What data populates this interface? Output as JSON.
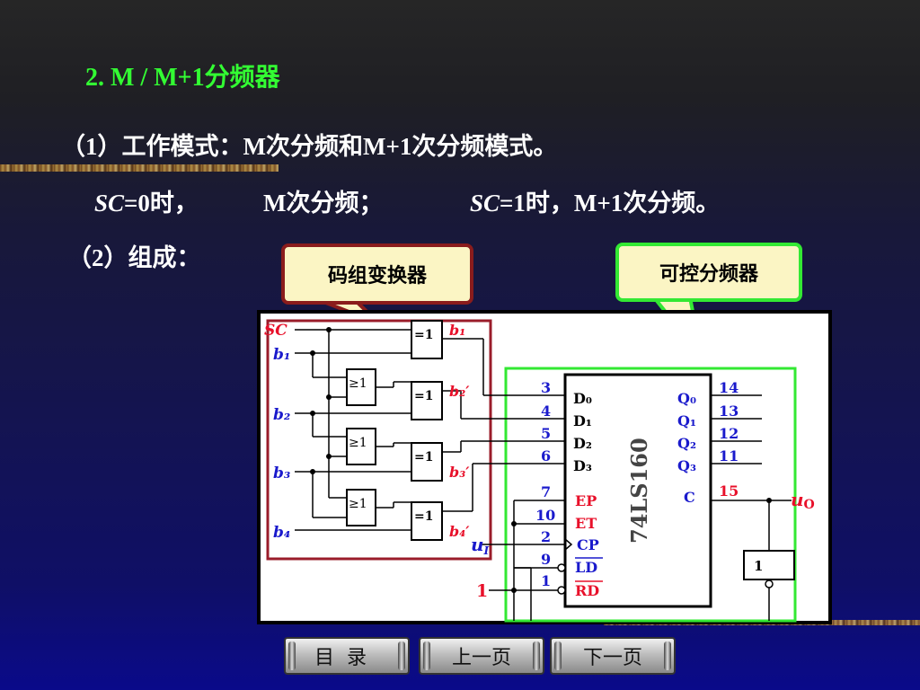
{
  "title": "2.  M / M+1分频器",
  "mode_line": "（1）工作模式：M次分频和M+1次分频模式。",
  "sc0": {
    "var": "SC",
    "rest": "=0时，"
  },
  "m_div": "M次分频；",
  "sc1": {
    "var": "SC",
    "rest": "=1时，M+1次分频。"
  },
  "composition": "（2）组成：",
  "callout_code": "码组变换器",
  "callout_ctrl": "可控分频器",
  "diagram": {
    "input_labels": {
      "sc": "SC",
      "b1": "b₁",
      "b2": "b₂",
      "b3": "b₃",
      "b4": "b₄"
    },
    "xor_label": "=1",
    "or_label": "≥1",
    "output_labels": [
      "b₁",
      "b₂′",
      "b₃′",
      "b₄′"
    ],
    "chip_name": "74LS160",
    "left_pins": [
      {
        "num": "3",
        "name": "D₀"
      },
      {
        "num": "4",
        "name": "D₁"
      },
      {
        "num": "5",
        "name": "D₂"
      },
      {
        "num": "6",
        "name": "D₃"
      },
      {
        "num": "7",
        "name": "EP"
      },
      {
        "num": "10",
        "name": "ET"
      },
      {
        "num": "2",
        "name": "CP"
      },
      {
        "num": "9",
        "name": "LD"
      },
      {
        "num": "1",
        "name": "RD"
      }
    ],
    "right_pins": [
      {
        "num": "14",
        "name": "Q₀"
      },
      {
        "num": "13",
        "name": "Q₁"
      },
      {
        "num": "12",
        "name": "Q₂"
      },
      {
        "num": "11",
        "name": "Q₃"
      },
      {
        "num": "15",
        "name": "C"
      }
    ],
    "input_u": "u",
    "input_i": "I",
    "output_u": "u",
    "output_o": "O",
    "const_one": "1",
    "inverter_label": "1",
    "colors": {
      "red": "#e8102a",
      "blue": "#1a1acc",
      "frame_red": "#9a1c2a",
      "frame_green": "#33e833"
    }
  },
  "nav": {
    "toc": "目录",
    "prev": "上一页",
    "next": "下一页"
  }
}
